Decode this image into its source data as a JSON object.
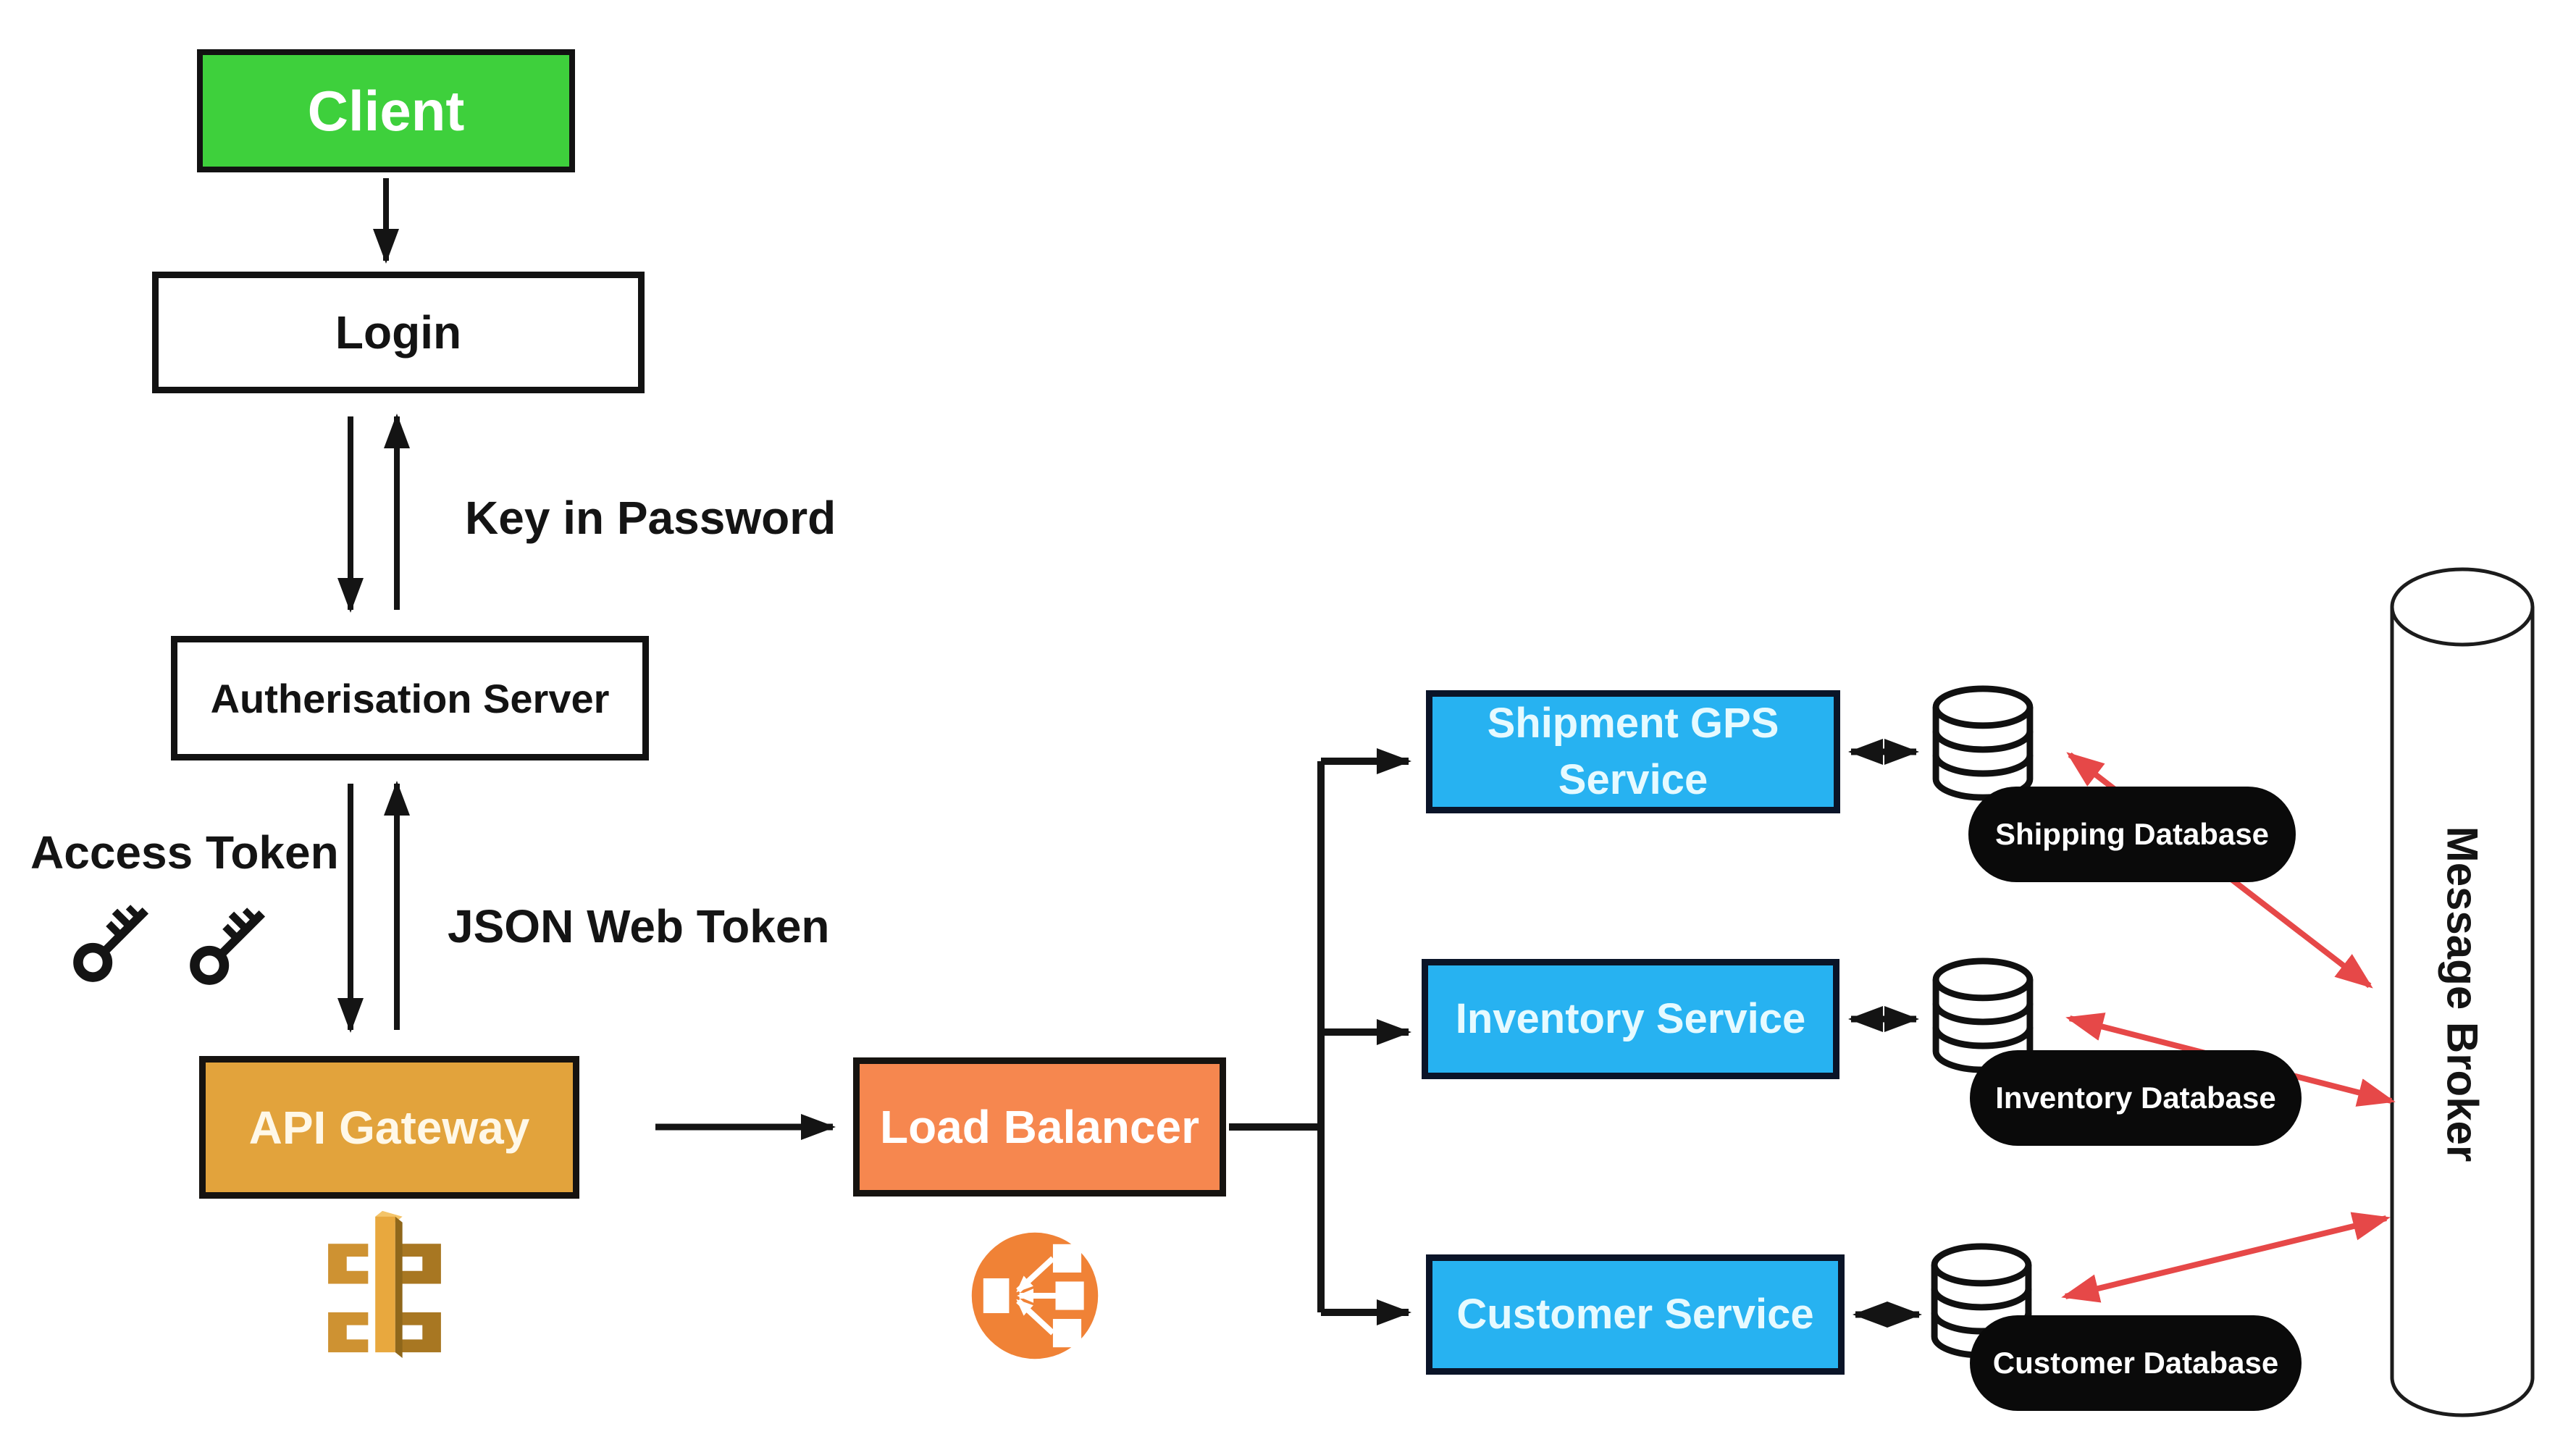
{
  "nodes": {
    "client": {
      "label": "Client"
    },
    "login": {
      "label": "Login"
    },
    "authorisation_server": {
      "label": "Autherisation Server"
    },
    "api_gateway": {
      "label": "API Gateway"
    },
    "load_balancer": {
      "label": "Load Balancer"
    },
    "services": [
      {
        "label": "Shipment GPS Service"
      },
      {
        "label": "Inventory Service"
      },
      {
        "label": "Customer Service"
      }
    ],
    "databases": [
      {
        "label": "Shipping Database"
      },
      {
        "label": "Inventory Database"
      },
      {
        "label": "Customer Database"
      }
    ],
    "message_broker": {
      "label": "Message Broker"
    }
  },
  "edge_labels": {
    "key_in_password": "Key in Password",
    "access_token": "Access Token",
    "json_web_token": "JSON Web Token"
  },
  "icons": {
    "access_token_keys": "key-icon",
    "api_gateway": "aws-api-gateway-icon",
    "load_balancer": "aws-elastic-load-balancer-icon",
    "database": "database-cylinder-icon",
    "message_broker": "cylinder-shape"
  },
  "colors": {
    "client_green": "#3ed03c",
    "api_gateway_gold": "#e2a33c",
    "load_balancer_orange": "#f6874f",
    "service_blue": "#27b2f1",
    "database_pill_black": "#0a0a0a",
    "red_arrow": "#e64848",
    "elb_icon_orange": "#f08236",
    "black_line": "#141414"
  }
}
